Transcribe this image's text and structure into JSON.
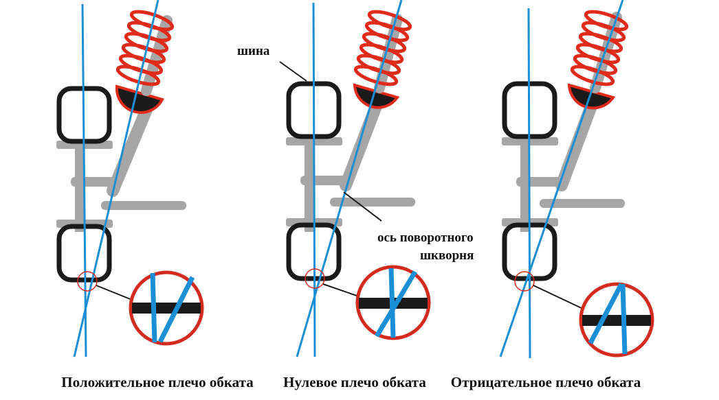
{
  "labels": {
    "tire": "шина",
    "axis_line1": "ось поворотного",
    "axis_line2": "шкворня"
  },
  "captions": [
    "Положительное плечо обката",
    "Нулевое плечо обката",
    "Отрицательное плечо обката"
  ],
  "colors": {
    "axis": "#1a8fd6",
    "spring": "#e02a1a",
    "structure": "#a6a6a6",
    "tire": "#1a1a1a",
    "zoom_ring": "#d42b1f"
  }
}
